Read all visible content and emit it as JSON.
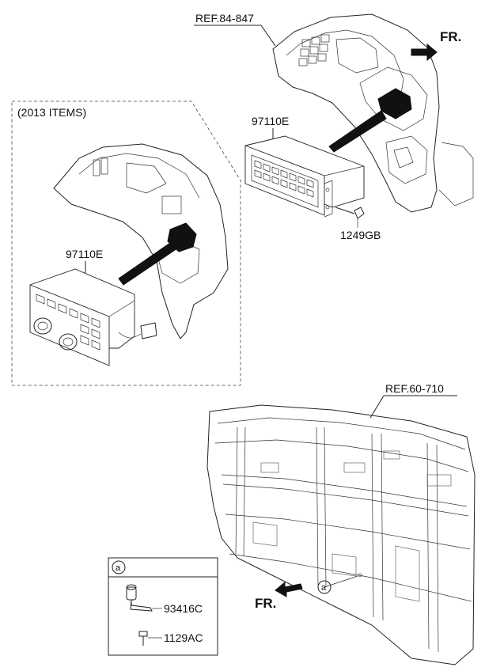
{
  "refs": {
    "dash_ref": "REF.84-847",
    "frame_ref": "REF.60-710"
  },
  "direction": {
    "top": "FR.",
    "bottom": "FR."
  },
  "inset_2013": {
    "title": "(2013 ITEMS)",
    "part_label": "97110E"
  },
  "main": {
    "part_label": "97110E",
    "screw_label": "1249GB"
  },
  "detail_a": {
    "marker": "a",
    "part1": "93416C",
    "part2": "1129AC"
  },
  "callout_marker": "a"
}
